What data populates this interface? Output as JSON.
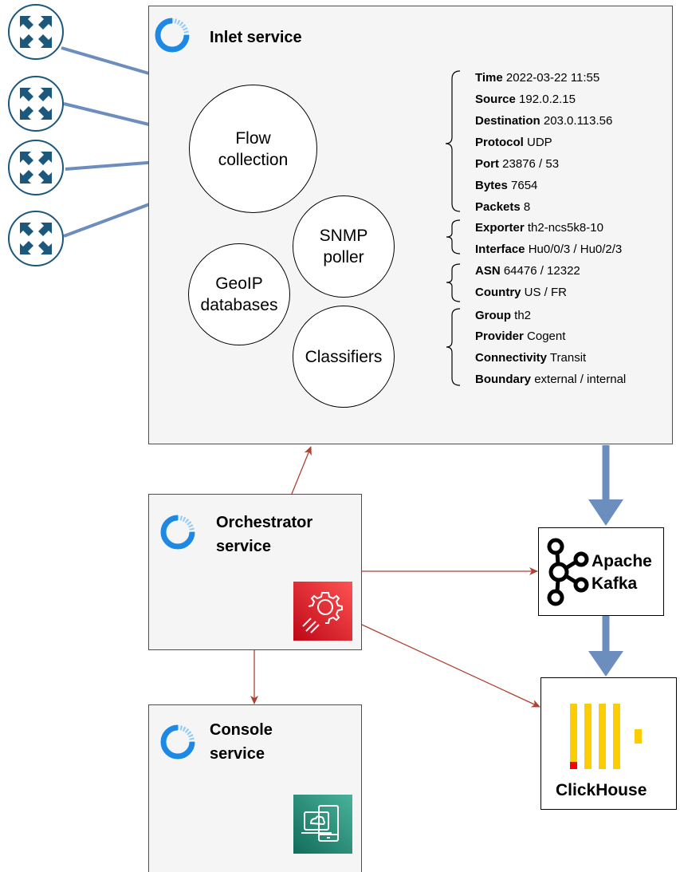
{
  "inlet": {
    "title": "Inlet service",
    "components": {
      "flow": [
        "Flow",
        "collection"
      ],
      "snmp": [
        "SNMP",
        "poller"
      ],
      "geoip": [
        "GeoIP",
        "databases"
      ],
      "classifiers": [
        "Classifiers"
      ]
    },
    "field_groups": {
      "flow": [
        {
          "key": "Time",
          "value": "2022-03-22 11:55"
        },
        {
          "key": "Source",
          "value": "192.0.2.15"
        },
        {
          "key": "Destination",
          "value": "203.0.113.56"
        },
        {
          "key": "Protocol",
          "value": "UDP"
        },
        {
          "key": "Port",
          "value": "23876 / 53"
        },
        {
          "key": "Bytes",
          "value": "7654"
        },
        {
          "key": "Packets",
          "value": "8"
        }
      ],
      "snmp": [
        {
          "key": "Exporter",
          "value": "th2-ncs5k8-10"
        },
        {
          "key": "Interface",
          "value": "Hu0/0/3 / Hu0/2/3"
        }
      ],
      "geoip": [
        {
          "key": "ASN",
          "value": "64476 / 12322"
        },
        {
          "key": "Country",
          "value": "US / FR"
        }
      ],
      "classifiers": [
        {
          "key": "Group",
          "value": "th2"
        },
        {
          "key": "Provider",
          "value": "Cogent"
        },
        {
          "key": "Connectivity",
          "value": "Transit"
        },
        {
          "key": "Boundary",
          "value": "external / internal"
        }
      ]
    }
  },
  "orchestrator": {
    "title": [
      "Orchestrator",
      "service"
    ]
  },
  "console": {
    "title": [
      "Console",
      "service"
    ]
  },
  "kafka": {
    "label": [
      "Apache",
      "Kafka"
    ]
  },
  "clickhouse": {
    "label": "ClickHouse"
  },
  "icons": {
    "service_logo": "akvorado-ring-icon",
    "router": "router-icon",
    "orchestrator": "config-gear-icon",
    "console": "console-tablet-icon",
    "kafka": "kafka-icon",
    "clickhouse": "clickhouse-icon"
  },
  "colors": {
    "router_fill": "#1b587c",
    "flow_arrow": "#6c8ebf",
    "field_arrow": "#9673a6",
    "control_arrow": "#ae4132",
    "logo_blue": "#1e88e5",
    "logo_light": "#90caf9",
    "orchestrator_icon": "#c7175b",
    "console_icon": "#1a8062",
    "clickhouse_yellow": "#fbcd02",
    "clickhouse_red": "#ff0000"
  }
}
